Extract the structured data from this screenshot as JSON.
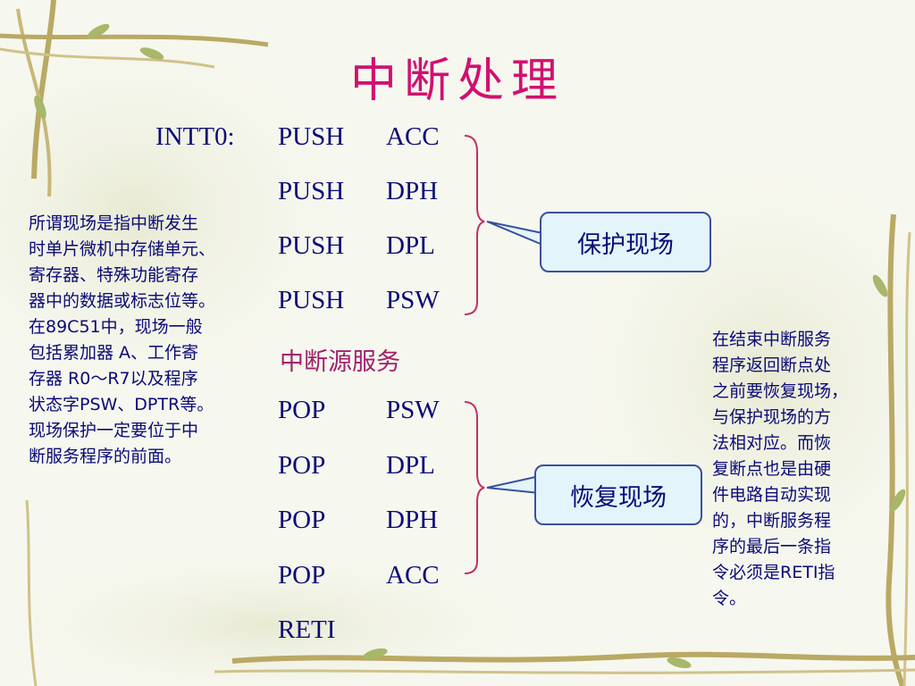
{
  "title": "中断处理",
  "label": "INTT0:",
  "code": [
    {
      "op": "PUSH",
      "arg": "ACC"
    },
    {
      "op": "PUSH",
      "arg": "DPH"
    },
    {
      "op": "PUSH",
      "arg": "DPL"
    },
    {
      "op": "PUSH",
      "arg": "PSW"
    },
    {
      "op": "中断源服务",
      "arg": ""
    },
    {
      "op": "POP",
      "arg": "PSW"
    },
    {
      "op": "POP",
      "arg": "DPL"
    },
    {
      "op": "POP",
      "arg": "DPH"
    },
    {
      "op": "POP",
      "arg": "ACC"
    },
    {
      "op": "RETI",
      "arg": ""
    }
  ],
  "callout_save": "保护现场",
  "callout_restore": "恢复现场",
  "left_note_lines": [
    "所谓现场是指中断发生",
    "时单片微机中存储单元、",
    "寄存器、特殊功能寄存",
    "器中的数据或标志位等。",
    "在89C51中，现场一般",
    "包括累加器 A、工作寄",
    "存器 R0～R7以及程序",
    "状态字PSW、DPTR等。",
    "现场保护一定要位于中",
    "断服务程序的前面。"
  ],
  "right_note_lines": [
    "在结束中断服务",
    "程序返回断点处",
    "之前要恢复现场，",
    "与保护现场的方",
    "法相对应。而恢",
    "复断点也是由硬",
    "件电路自动实现",
    "的，中断服务程",
    "序的最后一条指",
    "令必须是RETI指",
    "令。"
  ],
  "colors": {
    "title": "#d11070",
    "text": "#0a0a78",
    "bracket": "#c0306a",
    "box_border": "#3a50a0",
    "box_fill": "#e3f4fb"
  }
}
